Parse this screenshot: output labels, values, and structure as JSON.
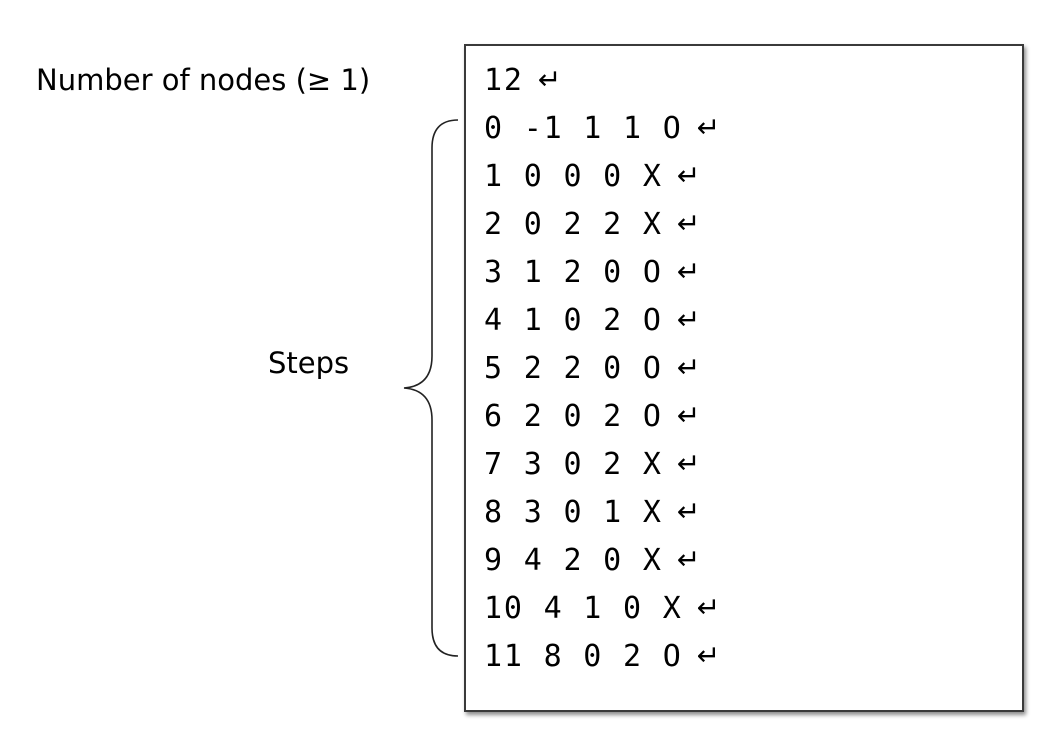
{
  "labels": {
    "node_count": "Number of nodes (≥ 1)",
    "steps": "Steps"
  },
  "input": {
    "header_line": "12",
    "return_symbol": "↵",
    "step_lines": [
      "0 -1 1 1 O",
      "1 0 0 0 X",
      "2 0 2 2 X",
      "3 1 2 0 O",
      "4 1 0 2 O",
      "5 2 2 0 O",
      "6 2 0 2 O",
      "7 3 0 2 X",
      "8 3 0 1 X",
      "9 4 2 0 X",
      "10 4 1 0 X",
      "11 8 0 2 O"
    ]
  }
}
